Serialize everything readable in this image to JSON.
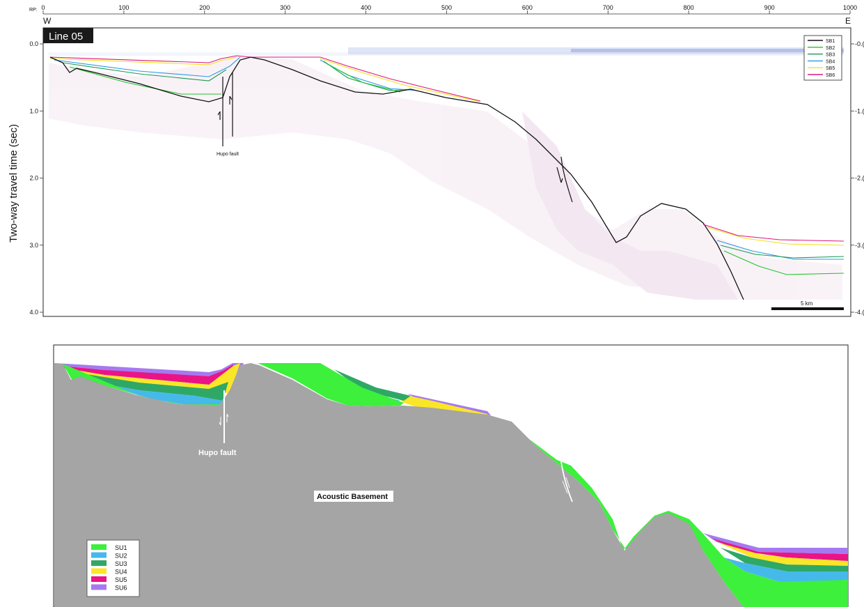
{
  "seismic_panel": {
    "rp_prefix": "RP:",
    "rp_ticks": [
      "0",
      "100",
      "200",
      "300",
      "400",
      "500",
      "600",
      "700",
      "800",
      "900",
      "1000"
    ],
    "west_label": "W",
    "east_label": "E",
    "line_title": "Line 05",
    "y_axis_title": "Two-way travel time (sec)",
    "y_ticks_left": [
      "0.0",
      "1.0",
      "2.0",
      "3.0",
      "4.0"
    ],
    "y_ticks_right": [
      "-0.(",
      "-1.(",
      "-2.(",
      "-3.(",
      "-4.("
    ],
    "fault_label": "Hupo fault",
    "scale_label": "5 km",
    "legend": [
      {
        "name": "SB1",
        "color": "#111111"
      },
      {
        "name": "SB2",
        "color": "#22c42a"
      },
      {
        "name": "SB3",
        "color": "#1a9a55"
      },
      {
        "name": "SB4",
        "color": "#2a9ae0"
      },
      {
        "name": "SB5",
        "color": "#f2e21a"
      },
      {
        "name": "SB6",
        "color": "#e0157a"
      }
    ]
  },
  "interpretation_panel": {
    "fault_label": "Hupo fault",
    "basement_label": "Acoustic Basement",
    "legend": [
      {
        "name": "SU1",
        "color": "#3cf03c"
      },
      {
        "name": "SU2",
        "color": "#46b9eb"
      },
      {
        "name": "SU3",
        "color": "#2fa866"
      },
      {
        "name": "SU4",
        "color": "#fae628"
      },
      {
        "name": "SU5",
        "color": "#ea1486"
      },
      {
        "name": "SU6",
        "color": "#a679f0"
      }
    ],
    "basement_color": "#a5a5a5"
  }
}
